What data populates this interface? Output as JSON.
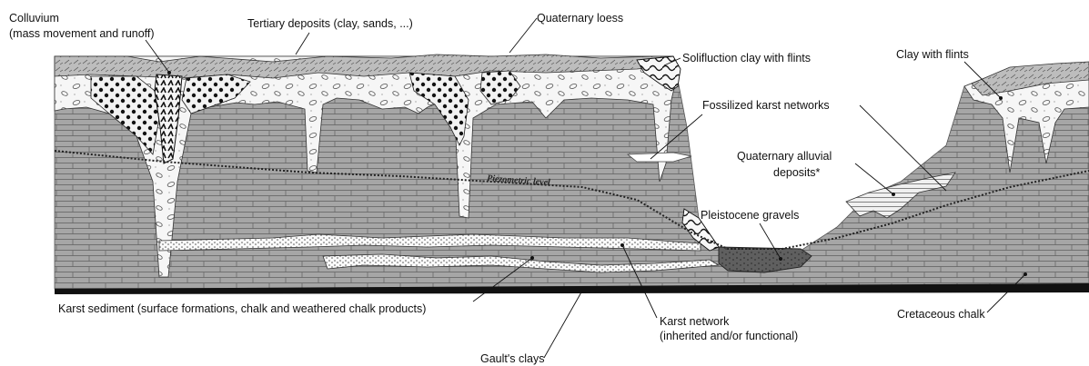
{
  "labels": {
    "colluvium_line1": "Colluvium",
    "colluvium_line2": "(mass movement and runoff)",
    "tertiary": "Tertiary deposits (clay, sands, ...)",
    "loess": "Quaternary loess",
    "solifluction": "Solifluction clay with flints",
    "clay_flints": "Clay with flints",
    "fossil_karst": "Fossilized karst networks",
    "alluvial_line1": "Quaternary alluvial",
    "alluvial_line2": "deposits*",
    "gravels": "Pleistocene gravels",
    "piezometric": "Piezometric level",
    "karst_sediment": "Karst sediment (surface formations, chalk and weathered chalk products)",
    "karst_network_line1": "Karst network",
    "karst_network_line2": "(inherited and/or functional)",
    "cretaceous": "Cretaceous chalk",
    "gault": "Gault's clays"
  },
  "colors": {
    "chalk": "#a6a6a6",
    "chalk_lines": "#5a5a5a",
    "surface_fill": "#f4f4f4",
    "gravel_fill": "#5f5f5f",
    "base_clay": "#111111",
    "text": "#111111"
  }
}
